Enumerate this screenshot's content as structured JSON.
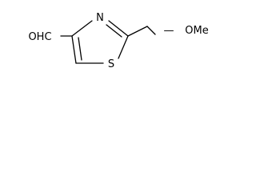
{
  "molecule": {
    "labels": {
      "aldehyde": "OHC",
      "nitrogen": "N",
      "sulfur": "S",
      "ether": "OMe"
    },
    "bonds": {
      "ch2_to_o": "—"
    }
  }
}
